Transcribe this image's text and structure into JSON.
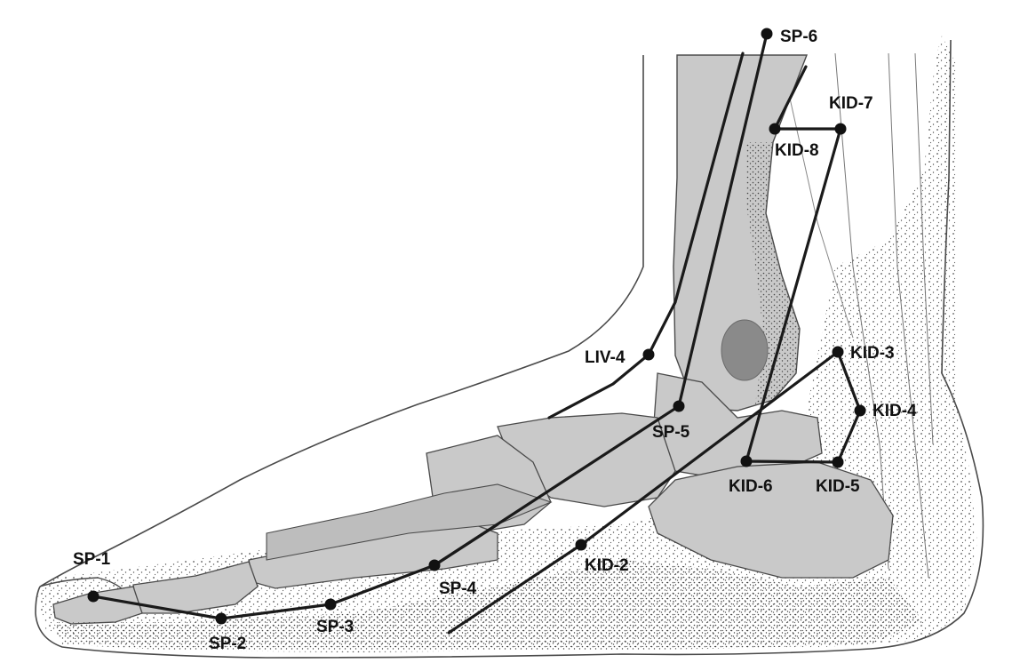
{
  "colors": {
    "outline": "#4a4a4a",
    "bone": "#c9c9c9",
    "bone_dark": "#8f8f8f",
    "malleolus": "#8a8a8a",
    "meridian": "#1a1a1a",
    "stipple": "#555555"
  },
  "points": [
    {
      "id": "sp6",
      "label": "SP-6"
    },
    {
      "id": "kid7",
      "label": "KID-7"
    },
    {
      "id": "kid8",
      "label": "KID-8"
    },
    {
      "id": "liv4",
      "label": "LIV-4"
    },
    {
      "id": "kid3",
      "label": "KID-3"
    },
    {
      "id": "kid4",
      "label": "KID-4"
    },
    {
      "id": "sp5",
      "label": "SP-5"
    },
    {
      "id": "kid6",
      "label": "KID-6"
    },
    {
      "id": "kid5",
      "label": "KID-5"
    },
    {
      "id": "sp1",
      "label": "SP-1"
    },
    {
      "id": "kid2",
      "label": "KID-2"
    },
    {
      "id": "sp4",
      "label": "SP-4"
    },
    {
      "id": "sp3",
      "label": "SP-3"
    },
    {
      "id": "sp2",
      "label": "SP-2"
    }
  ]
}
